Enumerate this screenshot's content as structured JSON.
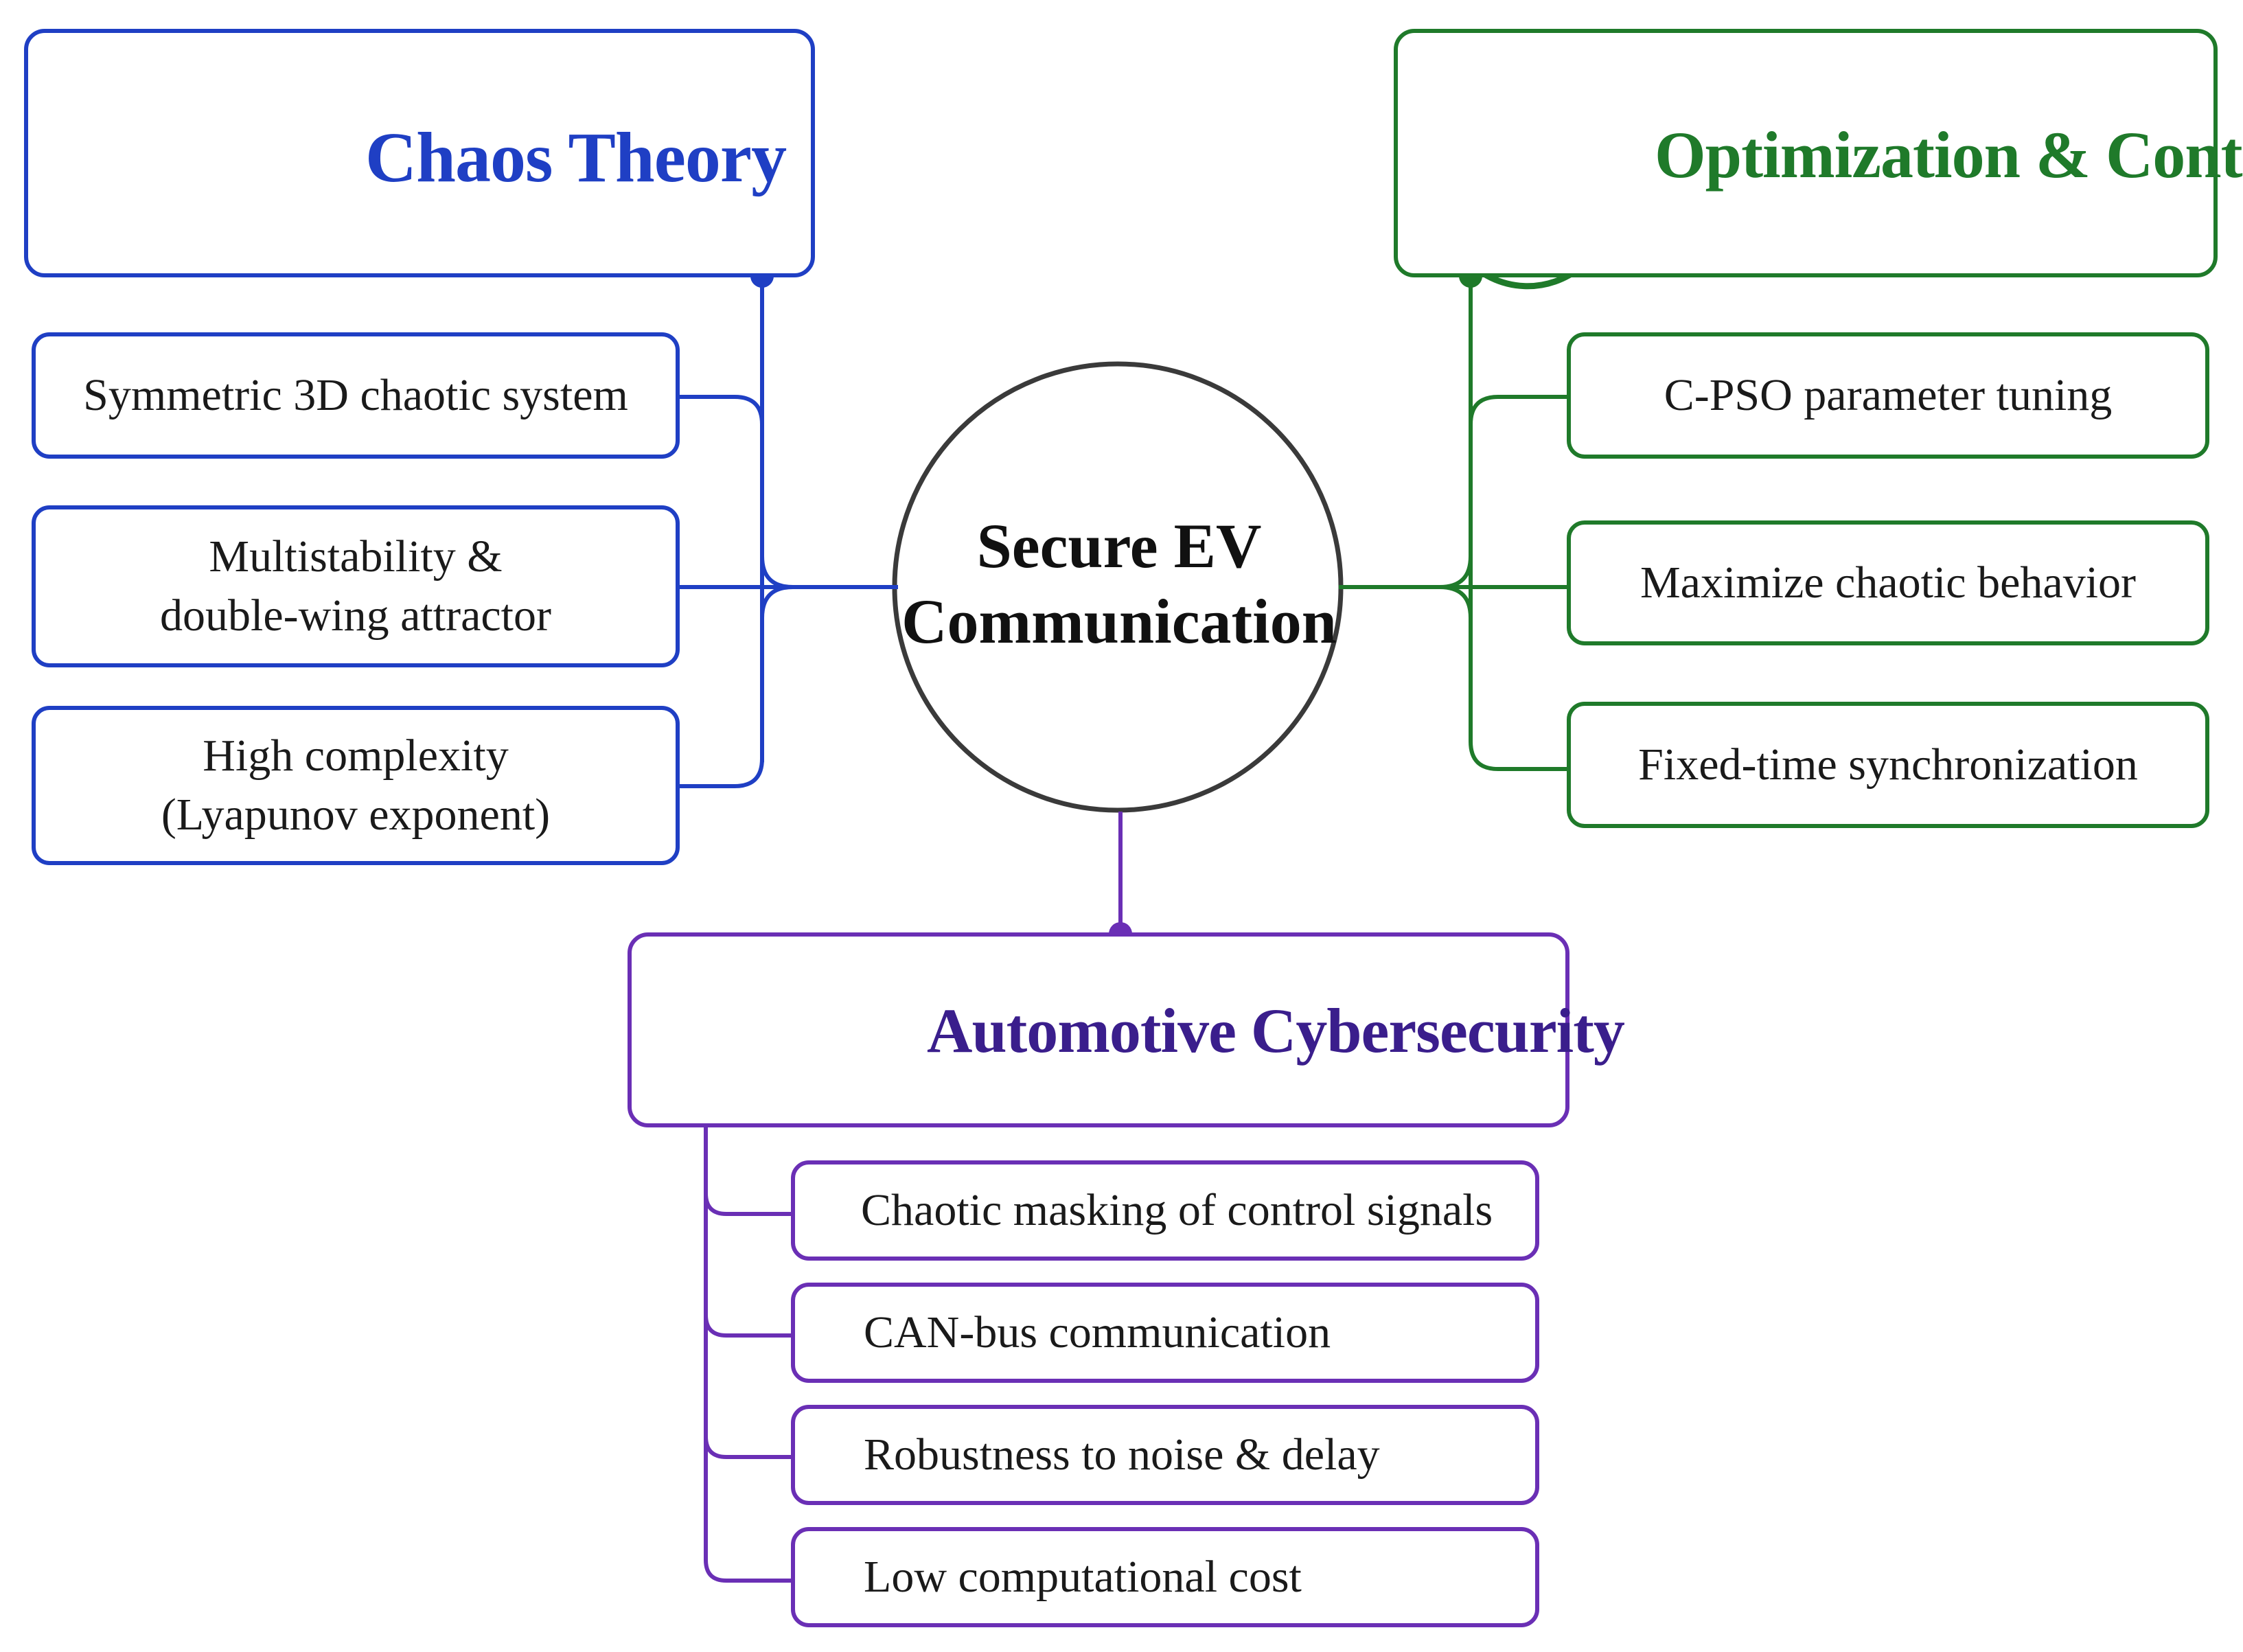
{
  "center": {
    "line1": "Secure EV",
    "line2": "Communication"
  },
  "colors": {
    "chaos": "#1f3fc4",
    "optimization": "#1f7a2a",
    "cyber": "#6a2fb5",
    "center_border": "#3a3a3a"
  },
  "chaos_theory": {
    "title": "Chaos Theory",
    "icon": "double-wing-attractor-icon",
    "items": [
      {
        "lines": [
          "Symmetric 3D chaotic system"
        ]
      },
      {
        "lines": [
          "Multistability &",
          "double-wing attractor"
        ]
      },
      {
        "lines": [
          "High complexity",
          "(Lyapunov exponent)"
        ]
      }
    ]
  },
  "optimization": {
    "title": "Optimization & Control",
    "icon": "gear-cycle-icon",
    "items": [
      {
        "lines": [
          "C-PSO parameter tuning"
        ]
      },
      {
        "lines": [
          "Maximize chaotic behavior"
        ]
      },
      {
        "lines": [
          "Fixed-time synchronization"
        ]
      }
    ]
  },
  "cybersecurity": {
    "title": "Automotive Cybersecurity",
    "icons": [
      "car-icon",
      "shield-lock-icon"
    ],
    "items": [
      {
        "lines": [
          "Chaotic masking of control signals"
        ]
      },
      {
        "lines": [
          "CAN-bus communication"
        ]
      },
      {
        "lines": [
          "Robustness to noise & delay"
        ]
      },
      {
        "lines": [
          "Low computational cost"
        ]
      }
    ]
  }
}
